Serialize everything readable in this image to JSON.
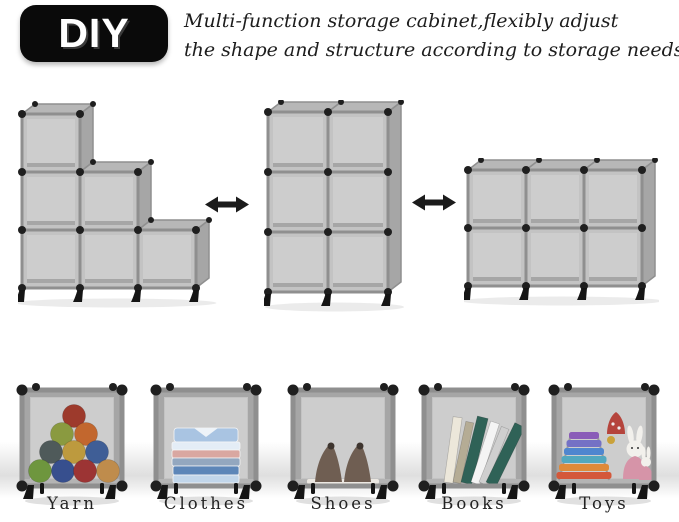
{
  "header": {
    "badge": "DIY",
    "line1": "Multi-function storage cabinet,flexibly adjust",
    "line2": "the shape and structure according to storage needs"
  },
  "icons": {
    "swap_arrow": "double-headed-horizontal-arrow"
  },
  "configurations": [
    {
      "name": "staircase-step",
      "cubes": 6,
      "columns": [
        3,
        2,
        1
      ]
    },
    {
      "name": "tower-2-wide-3-tall",
      "cubes": 6,
      "columns": [
        3,
        3
      ]
    },
    {
      "name": "wide-3-wide-2-tall",
      "cubes": 6,
      "columns": [
        2,
        2,
        2
      ]
    }
  ],
  "examples": {
    "items": [
      {
        "label": "Yarn"
      },
      {
        "label": "Clothes"
      },
      {
        "label": "Shoes"
      },
      {
        "label": "Books"
      },
      {
        "label": "Toys"
      }
    ]
  },
  "colors": {
    "badge_bg": "#0a0a0a",
    "badge_text": "#ffffff",
    "headline_text": "#1d1d1d",
    "label_text": "#222222",
    "arrow": "#1b1b1b",
    "frame": "#8f8f8f",
    "panel": "#c3c3c3",
    "panel_inner": "#cdcdcd",
    "panel_side": "#a6a6a6",
    "panel_top": "#b7b7b7",
    "ball": "#1f1f1f",
    "foot": "#151515",
    "floor_shadow": "#d9d9d9",
    "yarn": [
      "#9d3a2c",
      "#8a9a40",
      "#c2672e",
      "#4f5a5a",
      "#bd9a3e",
      "#3f5e96",
      "#6e963e",
      "#374f8e",
      "#9c3434",
      "#bf8c4c"
    ],
    "clothes": [
      "#a9c4e2",
      "#e4edf6",
      "#d9a7a1",
      "#93a7bf",
      "#5d86b8",
      "#c2d6ea"
    ],
    "shoes": {
      "body": "#6f5e52",
      "tip": "#3e352f",
      "mat": "#ece8e2"
    },
    "books": [
      "#ece7da",
      "#b5ac95",
      "#2f6257",
      "#f4f4f4",
      "#cfcfcf",
      "#2f6257"
    ],
    "toys": {
      "xylophone": [
        "#8a5cb8",
        "#7471c5",
        "#4f86cf",
        "#52a8bf",
        "#de8a3a",
        "#d4583a"
      ],
      "bunny": "#f2f0ec",
      "dress": "#d694a8",
      "cone": "#b5443c",
      "ring": "#caa23a"
    }
  }
}
